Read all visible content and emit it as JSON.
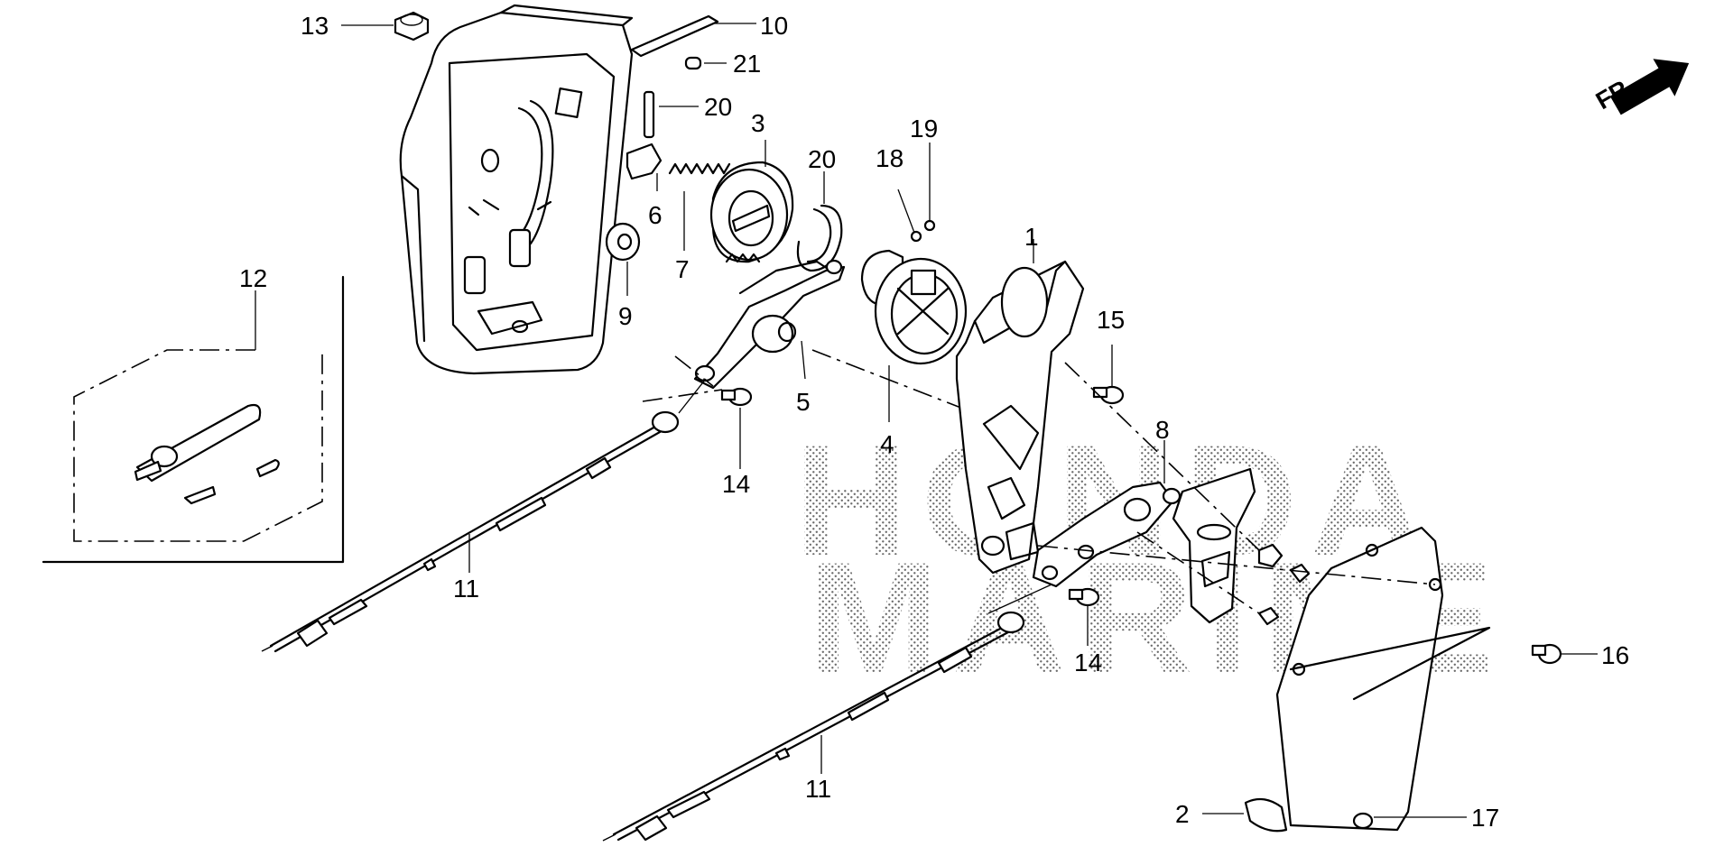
{
  "watermark": {
    "line1": "HONDA",
    "line2": "MARINE"
  },
  "direction_label": "FR.",
  "callouts": [
    {
      "id": "c1",
      "label": "1"
    },
    {
      "id": "c2",
      "label": "2"
    },
    {
      "id": "c3",
      "label": "3"
    },
    {
      "id": "c4",
      "label": "4"
    },
    {
      "id": "c5",
      "label": "5"
    },
    {
      "id": "c6",
      "label": "6"
    },
    {
      "id": "c7",
      "label": "7"
    },
    {
      "id": "c8",
      "label": "8"
    },
    {
      "id": "c9",
      "label": "9"
    },
    {
      "id": "c10",
      "label": "10"
    },
    {
      "id": "c11a",
      "label": "11"
    },
    {
      "id": "c11b",
      "label": "11"
    },
    {
      "id": "c12",
      "label": "12"
    },
    {
      "id": "c13",
      "label": "13"
    },
    {
      "id": "c14a",
      "label": "14"
    },
    {
      "id": "c14b",
      "label": "14"
    },
    {
      "id": "c15",
      "label": "15"
    },
    {
      "id": "c16",
      "label": "16"
    },
    {
      "id": "c17",
      "label": "17"
    },
    {
      "id": "c18",
      "label": "18"
    },
    {
      "id": "c19",
      "label": "19"
    },
    {
      "id": "c20a",
      "label": "20"
    },
    {
      "id": "c20b",
      "label": "20"
    },
    {
      "id": "c21",
      "label": "21"
    }
  ]
}
